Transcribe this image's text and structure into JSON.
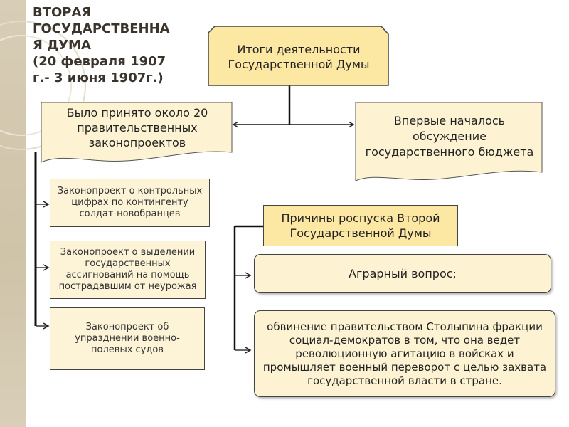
{
  "title": {
    "heading": "ВТОРАЯ\nГОСУДАРСТВЕННА\nЯ ДУМА\n(20 февраля 1907\nг.- 3 июня 1907г.)"
  },
  "results": {
    "header": "Итоги деятельности Государственной Думы",
    "left_note": "Было принято около 20 правительственных законопроектов",
    "right_note": "Впервые началось обсуждение государственного бюджета",
    "bills": [
      "Законопроект о контрольных цифрах по контингенту солдат-новобранцев",
      "Законопроект о выделении государственных ассигнований на помощь пострадавшим от неурожая",
      "Законопроект об упразднении военно-полевых судов"
    ]
  },
  "dissolution": {
    "header": "Причины роспуска Второй Государственной Думы",
    "reasons": [
      "Аграрный вопрос;",
      "обвинение правительством  Столыпина фракции социал-демократов в том, что она ведет революционную агитацию в войсках и промышляет военный переворот с целью захвата государственной власти в стране."
    ]
  },
  "colors": {
    "note_fill": "#fdf3d2",
    "header_fill": "#fde8a3",
    "side_band": "#d8cdb6"
  }
}
